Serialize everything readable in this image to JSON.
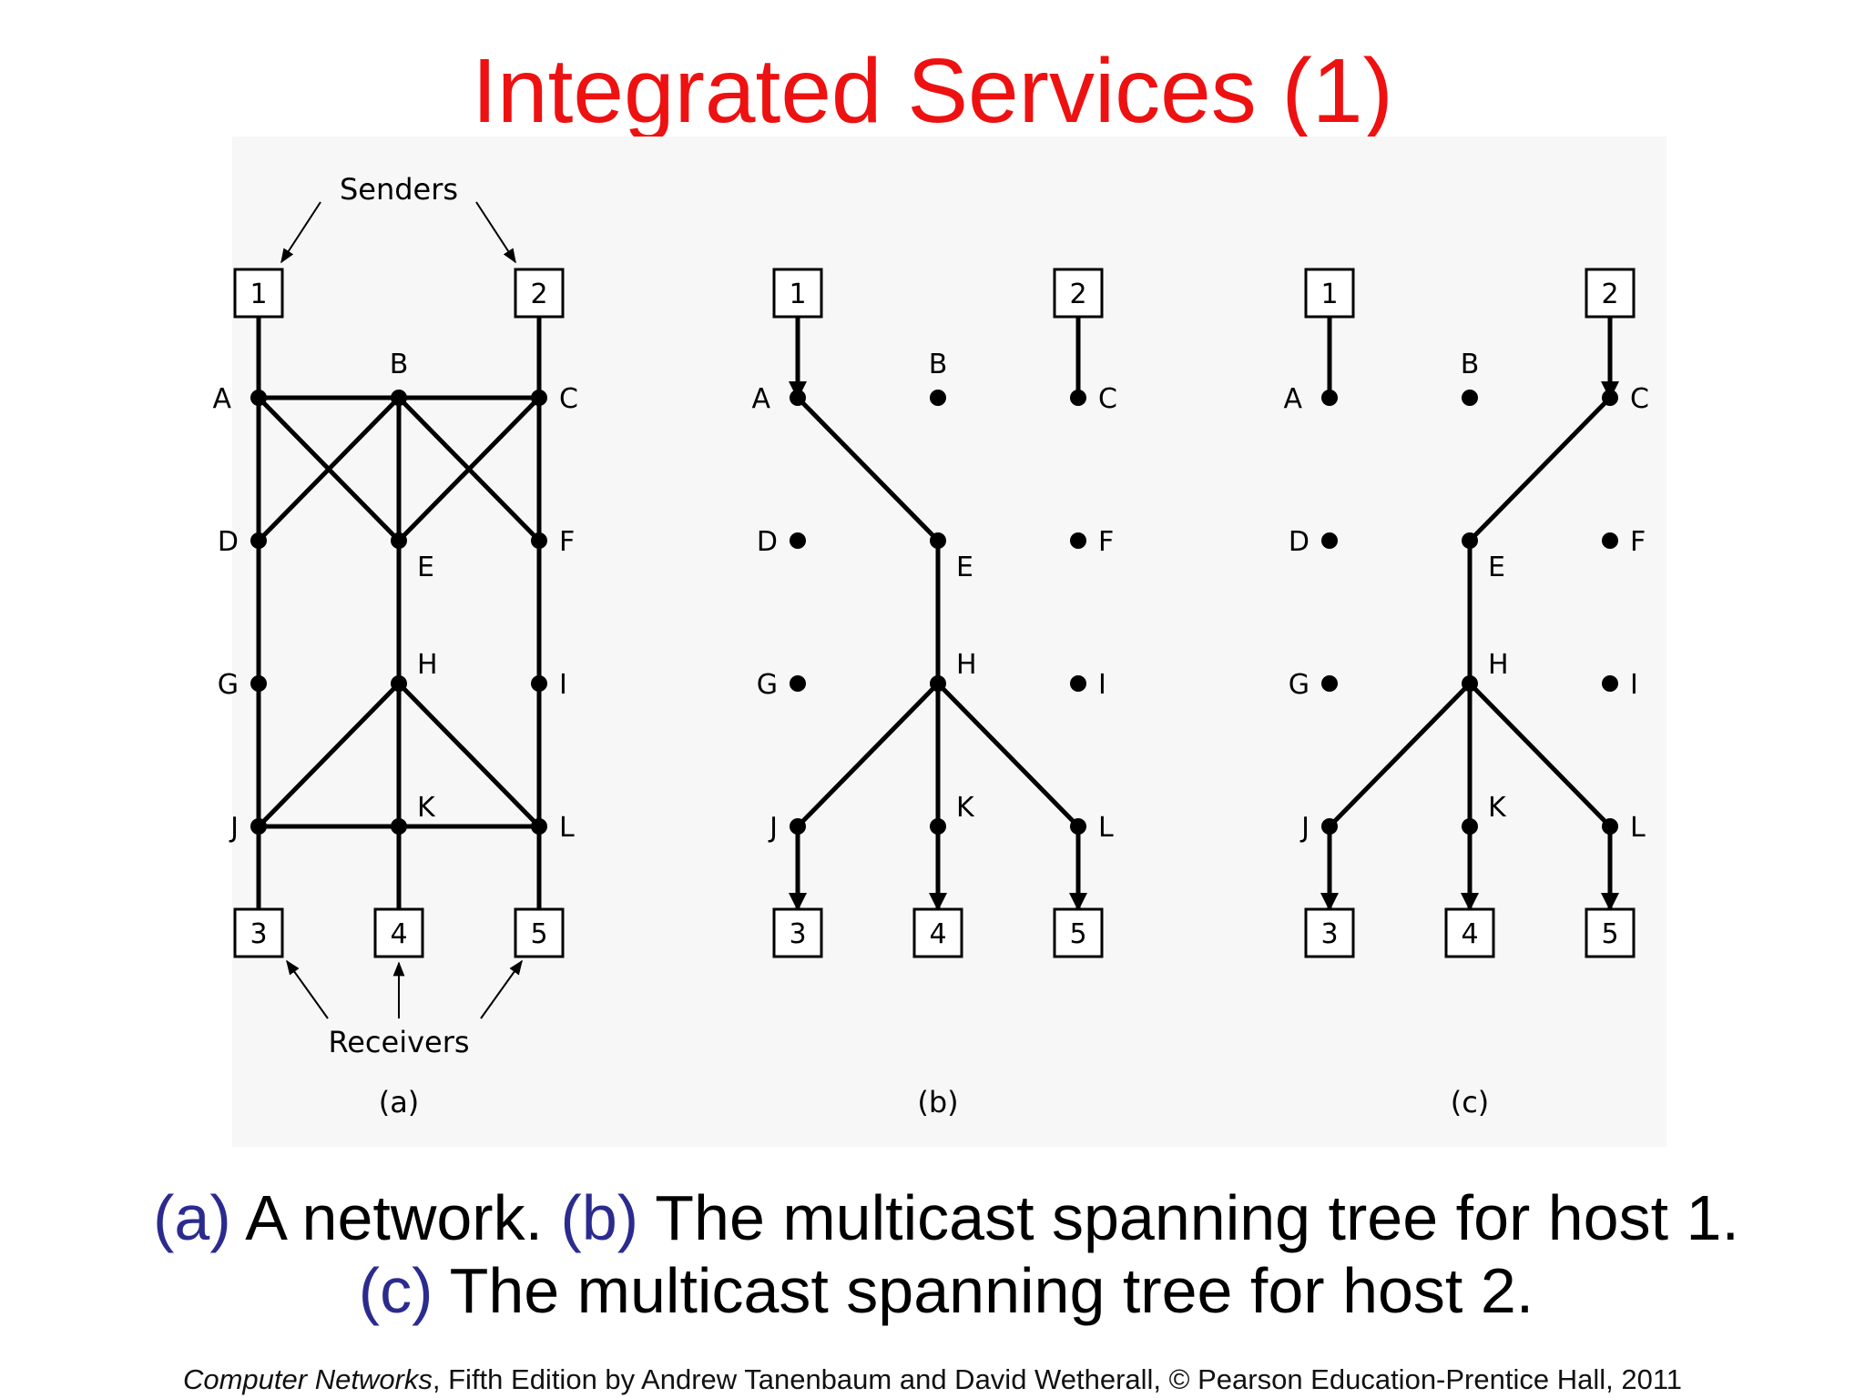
{
  "title": "Integrated Services (1)",
  "panels": [
    {
      "id": "a",
      "label": "(a)",
      "senders_label": "Senders",
      "receivers_label": "Receivers",
      "hosts": [
        "1",
        "2",
        "3",
        "4",
        "5"
      ],
      "routers": [
        "A",
        "B",
        "C",
        "D",
        "E",
        "F",
        "G",
        "H",
        "I",
        "J",
        "K",
        "L"
      ],
      "links": [
        [
          "1",
          "A"
        ],
        [
          "2",
          "C"
        ],
        [
          "A",
          "B"
        ],
        [
          "B",
          "C"
        ],
        [
          "A",
          "E"
        ],
        [
          "B",
          "D"
        ],
        [
          "B",
          "F"
        ],
        [
          "C",
          "E"
        ],
        [
          "A",
          "D"
        ],
        [
          "D",
          "G"
        ],
        [
          "G",
          "J"
        ],
        [
          "B",
          "E"
        ],
        [
          "E",
          "H"
        ],
        [
          "H",
          "K"
        ],
        [
          "C",
          "F"
        ],
        [
          "F",
          "I"
        ],
        [
          "I",
          "L"
        ],
        [
          "H",
          "J"
        ],
        [
          "H",
          "L"
        ],
        [
          "J",
          "K"
        ],
        [
          "K",
          "L"
        ],
        [
          "J",
          "3"
        ],
        [
          "K",
          "4"
        ],
        [
          "L",
          "5"
        ]
      ]
    },
    {
      "id": "b",
      "label": "(b)",
      "hosts": [
        "1",
        "2",
        "3",
        "4",
        "5"
      ],
      "routers": [
        "A",
        "B",
        "C",
        "D",
        "E",
        "F",
        "G",
        "H",
        "I",
        "J",
        "K",
        "L"
      ],
      "links": [
        [
          "1",
          "A"
        ],
        [
          "2",
          "C"
        ],
        [
          "A",
          "E"
        ],
        [
          "E",
          "H"
        ],
        [
          "H",
          "J"
        ],
        [
          "H",
          "K"
        ],
        [
          "H",
          "L"
        ],
        [
          "J",
          "3"
        ],
        [
          "K",
          "4"
        ],
        [
          "L",
          "5"
        ]
      ],
      "arrows": [
        [
          "1",
          "A"
        ],
        [
          "J",
          "3"
        ],
        [
          "K",
          "4"
        ],
        [
          "L",
          "5"
        ]
      ]
    },
    {
      "id": "c",
      "label": "(c)",
      "hosts": [
        "1",
        "2",
        "3",
        "4",
        "5"
      ],
      "routers": [
        "A",
        "B",
        "C",
        "D",
        "E",
        "F",
        "G",
        "H",
        "I",
        "J",
        "K",
        "L"
      ],
      "links": [
        [
          "1",
          "A"
        ],
        [
          "2",
          "C"
        ],
        [
          "C",
          "E"
        ],
        [
          "E",
          "H"
        ],
        [
          "H",
          "J"
        ],
        [
          "H",
          "K"
        ],
        [
          "H",
          "L"
        ],
        [
          "J",
          "3"
        ],
        [
          "K",
          "4"
        ],
        [
          "L",
          "5"
        ]
      ],
      "arrows": [
        [
          "2",
          "C"
        ],
        [
          "J",
          "3"
        ],
        [
          "K",
          "4"
        ],
        [
          "L",
          "5"
        ]
      ]
    }
  ],
  "caption": {
    "line1": [
      {
        "tag": "(a)",
        "text": " A network. "
      },
      {
        "tag": "(b)",
        "text": " The multicast spanning tree for host 1."
      }
    ],
    "line2": [
      {
        "tag": "(c)",
        "text": " The multicast spanning tree for host 2."
      }
    ]
  },
  "footer": {
    "book": "Computer Networks",
    "rest": ", Fifth Edition by Andrew Tanenbaum and David Wetherall, © Pearson Education-Prentice Hall, 2011"
  },
  "colors": {
    "title": "#ee1111",
    "caption_tag": "#2b2b8f",
    "ink": "#000000"
  }
}
